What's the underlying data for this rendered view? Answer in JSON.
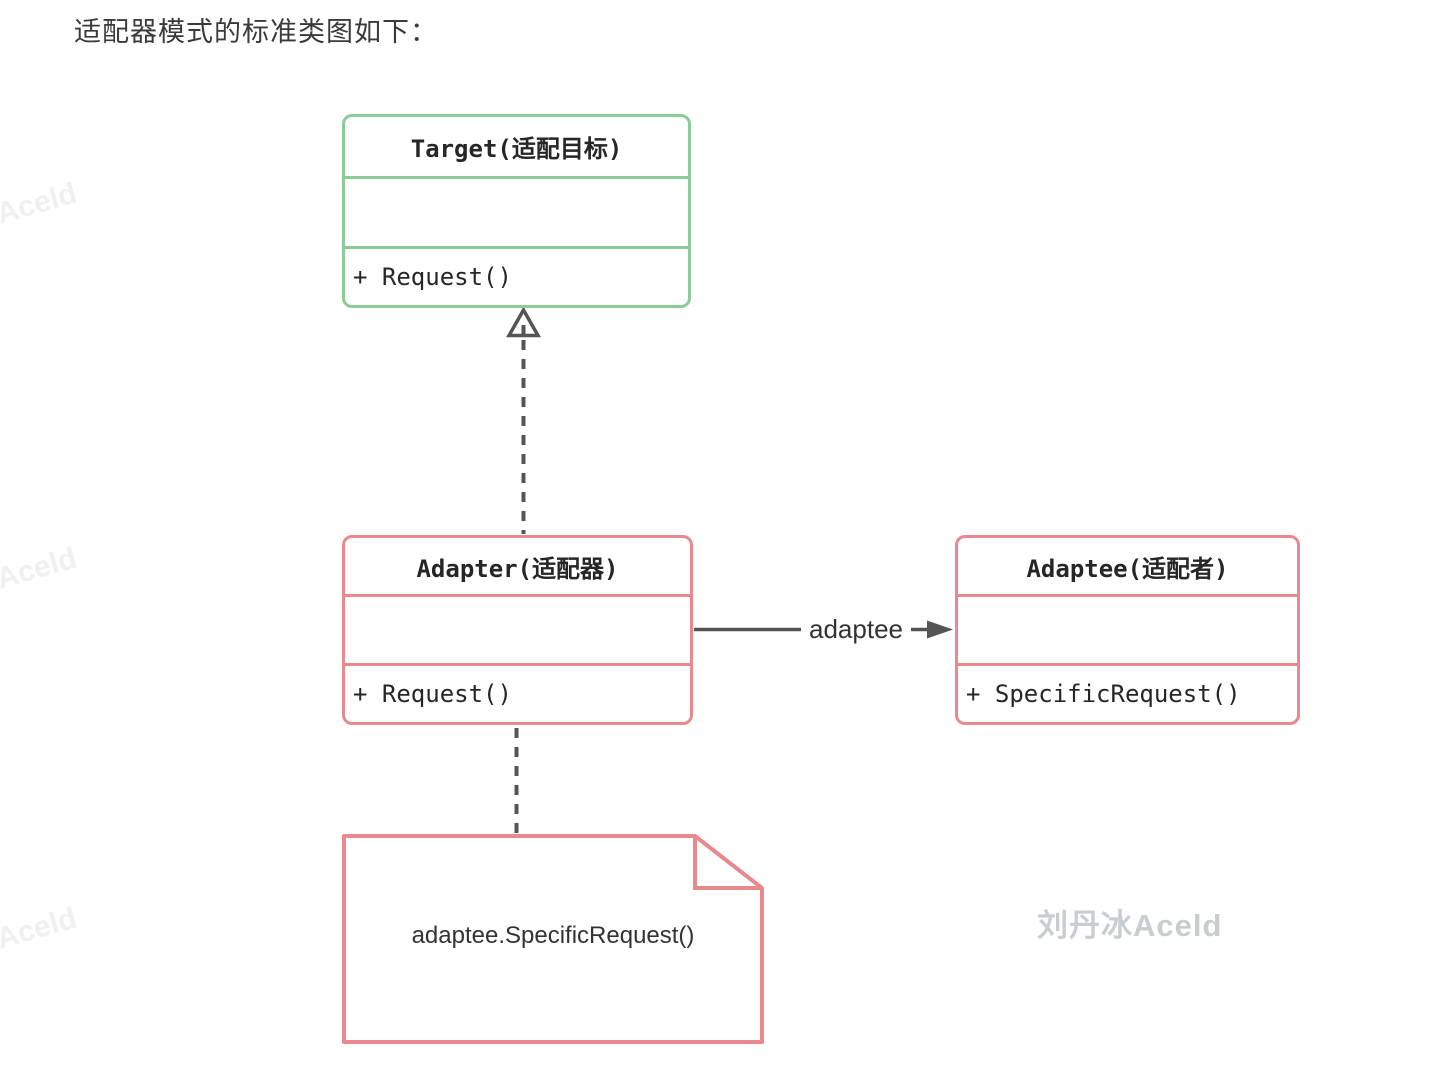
{
  "page": {
    "title": "适配器模式的标准类图如下："
  },
  "classes": {
    "target": {
      "name": "Target(适配目标)",
      "attributes": "",
      "method": "+ Request()",
      "border_color": "#8bcb96"
    },
    "adapter": {
      "name": "Adapter(适配器)",
      "attributes": "",
      "method": "+ Request()",
      "border_color": "#e9898e"
    },
    "adaptee": {
      "name": "Adaptee(适配者)",
      "attributes": "",
      "method": "+ SpecificRequest()",
      "border_color": "#e9898e"
    }
  },
  "relations": {
    "realization": {
      "type": "realization",
      "from": "Adapter",
      "to": "Target",
      "line_style": "dashed",
      "arrowhead": "hollow-triangle"
    },
    "association": {
      "type": "association",
      "from": "Adapter",
      "to": "Adaptee",
      "label": "adaptee",
      "line_style": "solid",
      "arrowhead": "filled-triangle"
    },
    "note_link": {
      "type": "note-anchor",
      "from": "Adapter",
      "to": "note",
      "line_style": "dashed",
      "arrowhead": "none"
    }
  },
  "note": {
    "text": "adaptee.SpecificRequest()",
    "border_color": "#e9898e"
  },
  "watermarks": {
    "main": "刘丹冰Aceld",
    "side": "刘丹冰Aceld"
  },
  "colors": {
    "connector": "#555555",
    "class_text": "#262626",
    "title_text": "#3a3a3a",
    "note_text": "#333333",
    "watermark_main": "#c9cdd1",
    "watermark_side": "#f0f0f1",
    "background": "#ffffff"
  }
}
